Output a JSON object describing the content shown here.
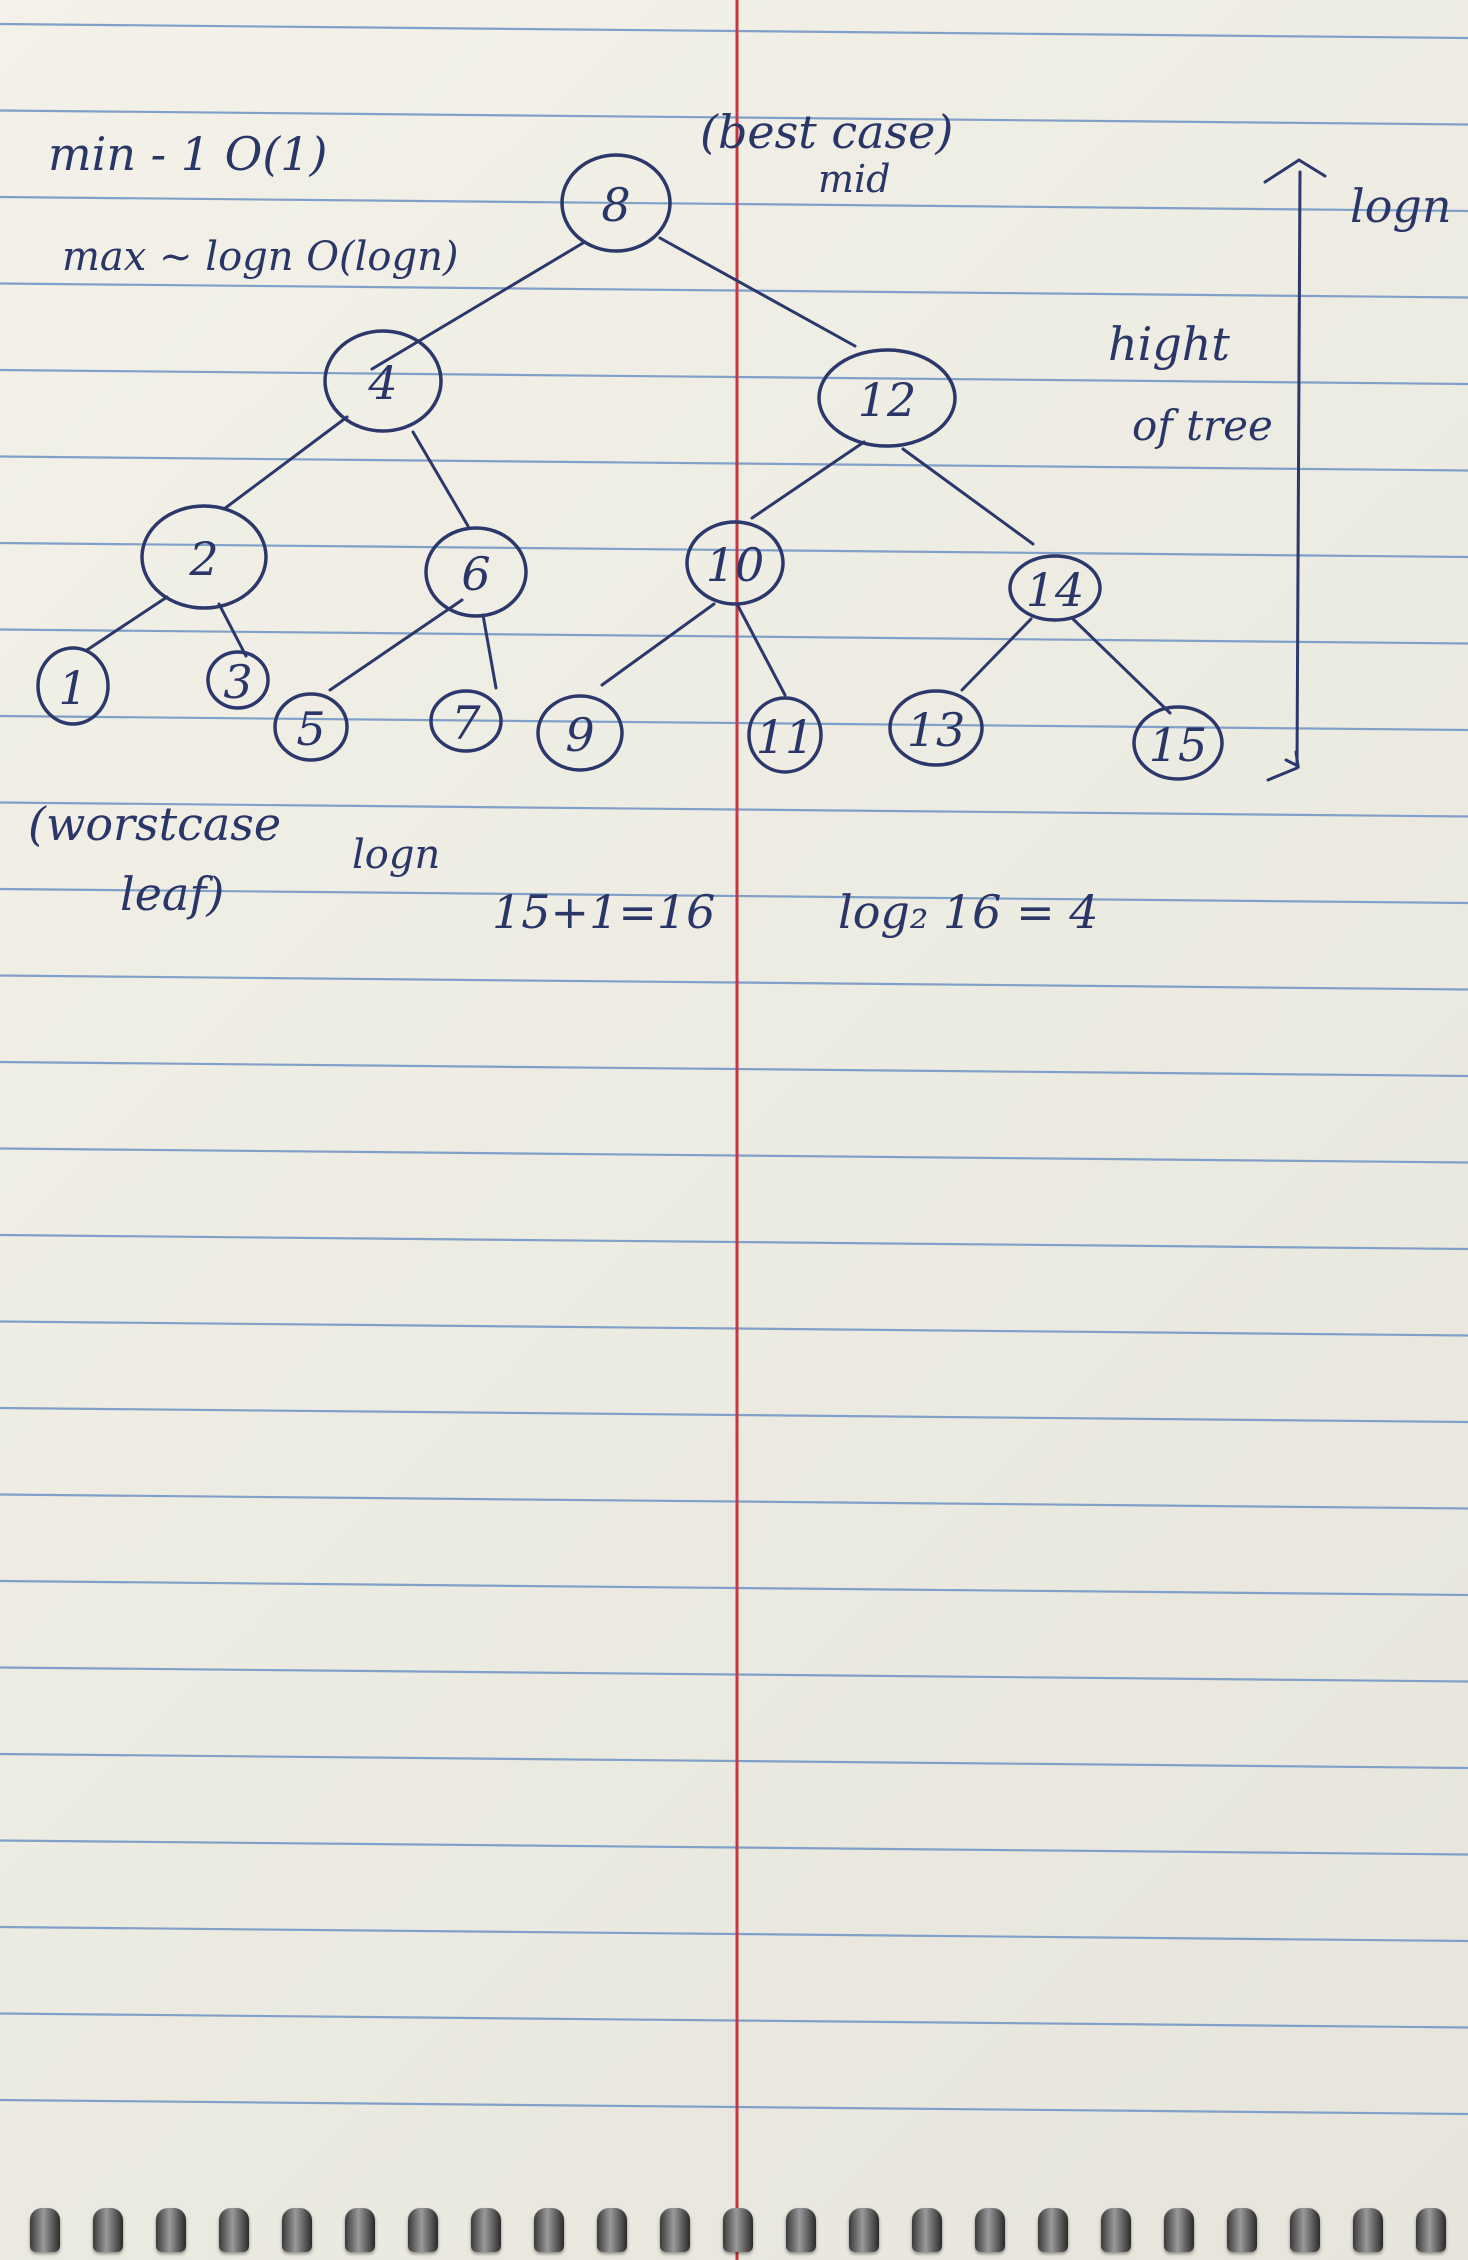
{
  "notes": {
    "min_line": "min - 1  O(1)",
    "max_line": "max ~ logn  O(logn)",
    "best_case": "(best case)",
    "mid": "mid",
    "logn_side": "logn",
    "height_line1": "hight",
    "height_line2": "of tree",
    "worst_case_line1": "(worstcase",
    "worst_case_line2": "leaf)",
    "worst_logn": "logn",
    "calc_sum": "15+1=16",
    "calc_log": "log₂ 16 = 4"
  },
  "tree": {
    "nodes": [
      "8",
      "4",
      "12",
      "2",
      "6",
      "10",
      "14",
      "1",
      "3",
      "5",
      "7",
      "9",
      "11",
      "13",
      "15"
    ]
  },
  "colors": {
    "ink": "#2c376b",
    "paper": "#f1efe6",
    "rule_line": "#7fa0c8",
    "margin_line": "#c8343f"
  }
}
